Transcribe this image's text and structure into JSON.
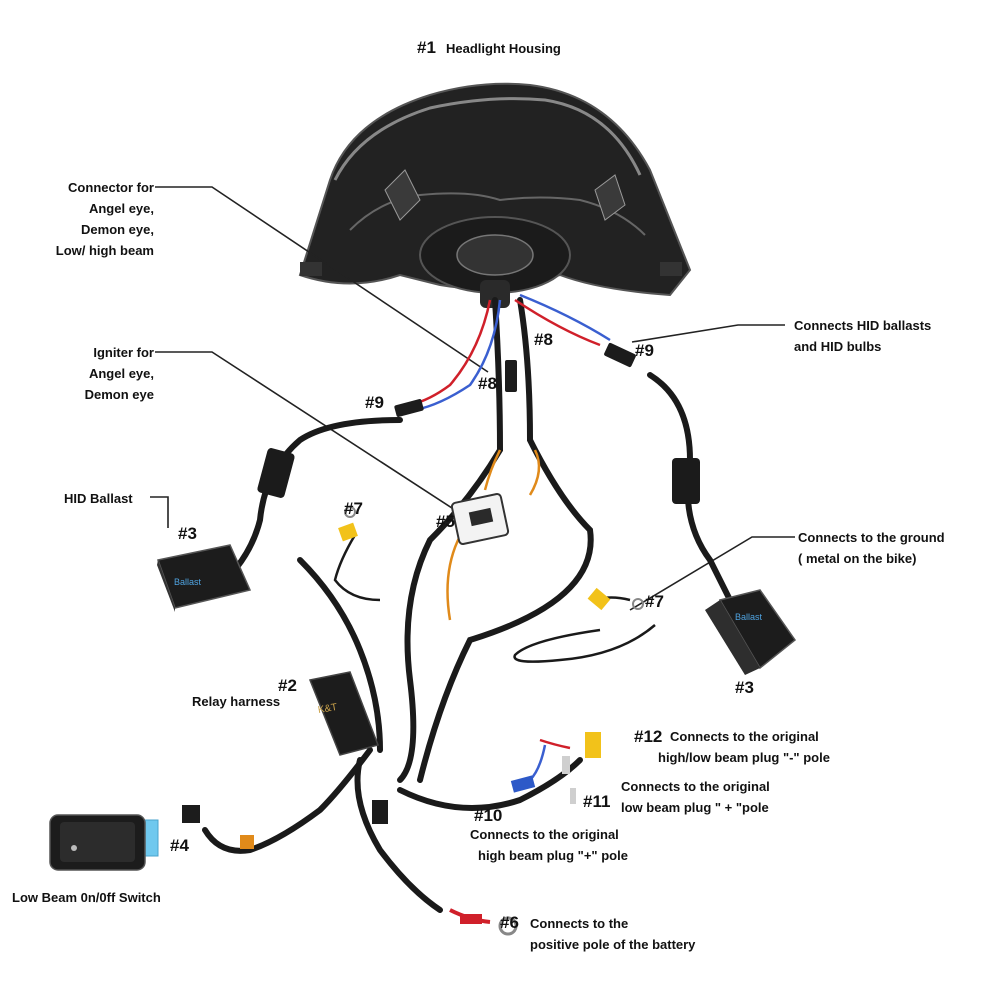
{
  "callouts": {
    "headlight_housing": {
      "num": "#1",
      "text": "Headlight Housing"
    },
    "connector": {
      "lines": [
        "Connector for",
        "Angel eye,",
        "Demon eye,",
        "Low/ high beam"
      ]
    },
    "igniter": {
      "lines": [
        "Igniter for",
        "Angel eye,",
        "Demon eye"
      ]
    },
    "hid_ballast_title": "HID Ballast",
    "relay_harness": {
      "num": "#2",
      "text": "Relay harness"
    },
    "ballast_left_num": "#3",
    "ballast_right_num": "#3",
    "switch_num": "#4",
    "switch_label": "Low Beam 0n/0ff Switch",
    "igniter_num": "#5",
    "battery": {
      "num": "#6",
      "lines": [
        "Connects to the",
        "positive pole of the battery"
      ]
    },
    "ground_left_num": "#7",
    "ground_right_num": "#7",
    "connector_num_a": "#8",
    "connector_num_b": "#8",
    "hid_connector_left_num": "#9",
    "hid_connector_right_num": "#9",
    "hid_connects": {
      "lines": [
        "Connects HID ballasts",
        "and HID bulbs"
      ]
    },
    "ground": {
      "lines": [
        "Connects to the ground",
        "( metal on the bike)"
      ]
    },
    "high_beam_plus": {
      "num": "#10",
      "lines": [
        "Connects to the original",
        "high beam plug \"+\" pole"
      ]
    },
    "low_beam_plus": {
      "num": "#11",
      "lines": [
        "Connects to the original",
        "low beam plug \" + \"pole"
      ]
    },
    "beam_minus": {
      "num": "#12",
      "lines": [
        "Connects to the original",
        "high/low beam plug \"-\" pole"
      ]
    }
  },
  "ballast_brand": "Ballast",
  "relay_brand": "K&T",
  "colors": {
    "wire": "#1a1a1a",
    "red_wire": "#d0202a",
    "blue_wire": "#3a5fd0",
    "orange_wire": "#e08a1a",
    "yellow_boot": "#f2c21a",
    "blue_boot": "#2d59c8",
    "switch_blue": "#6fc8ee",
    "housing": "#242424"
  },
  "icons": [
    "headlight-housing-icon",
    "ballast-icon",
    "relay-icon",
    "igniter-icon",
    "switch-icon",
    "ring-terminal-icon"
  ]
}
